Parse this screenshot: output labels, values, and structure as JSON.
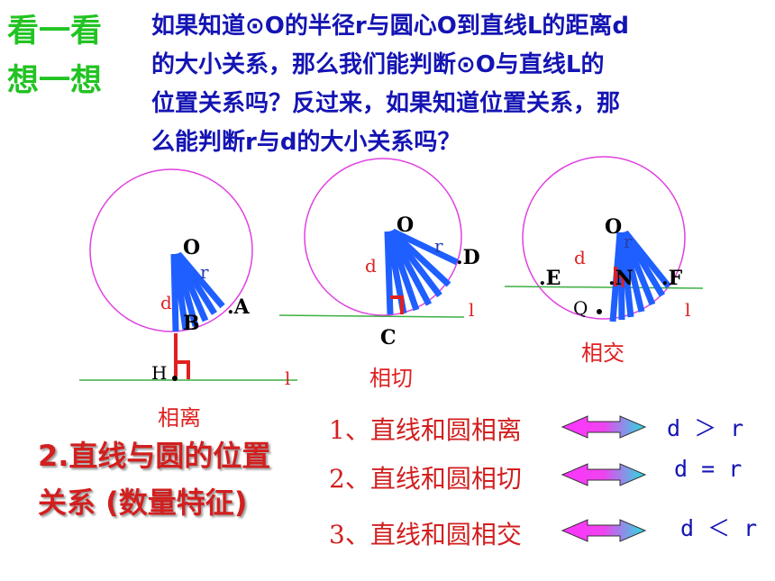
{
  "header": {
    "look_think_line1": "看一看",
    "look_think_line2": "想一想",
    "question_lines": [
      "如果知道⊙O的半径r与圆心O到直线L的距离d",
      "的大小关系，那么我们能判断⊙O与直线L的",
      "位置关系吗？反过来，如果知道位置关系，那",
      "么能判断r与d的大小关系吗？"
    ]
  },
  "figures": [
    {
      "caption": "相离",
      "labels": {
        "center": "O",
        "radius": "r",
        "distance": "d",
        "point_a": ".A",
        "point_b": "B",
        "foot": "H",
        "line": "l"
      }
    },
    {
      "caption": "相切",
      "labels": {
        "center": "O",
        "radius": "r",
        "distance": "d",
        "point_d": ".D",
        "point_c": "C",
        "line": "l"
      }
    },
    {
      "caption": "相交",
      "labels": {
        "center": "O",
        "radius": "r",
        "distance": "d",
        "point_e": ".E",
        "point_n": ".N",
        "point_f": ".F",
        "point_q": "Q",
        "line": "l"
      }
    }
  ],
  "section": {
    "title": "2.直线与圆的位置关系 (数量特征)"
  },
  "relations": [
    {
      "text": "1、直线和圆相离",
      "formula": "d ＞ r"
    },
    {
      "text": "2、直线和圆相切",
      "formula": "d = r"
    },
    {
      "text": "3、直线和圆相交",
      "formula": "d ＜ r"
    }
  ],
  "colors": {
    "circle": "#e040e0",
    "line": "#3cb043",
    "radius": "#1f5fff",
    "arrow_left": "#ff33ff",
    "arrow_right": "#22e0e0"
  }
}
